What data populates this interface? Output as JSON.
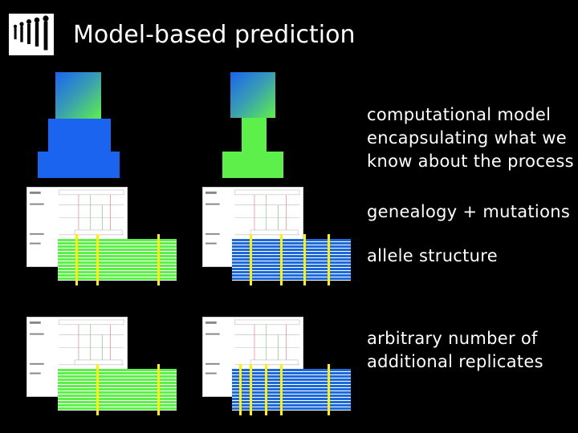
{
  "slide": {
    "title": "Model-based prediction"
  },
  "labels": {
    "model": [
      "computational model",
      "encapsulating what we",
      "know about the process"
    ],
    "genealogy": "genealogy + mutations",
    "allele": "allele structure",
    "replicates": [
      "arbitrary number of",
      "additional replicates"
    ]
  },
  "colors": {
    "background": "#000000",
    "green": "#5ef04a",
    "blue": "#1d6ad8",
    "marker": "#fff200"
  }
}
